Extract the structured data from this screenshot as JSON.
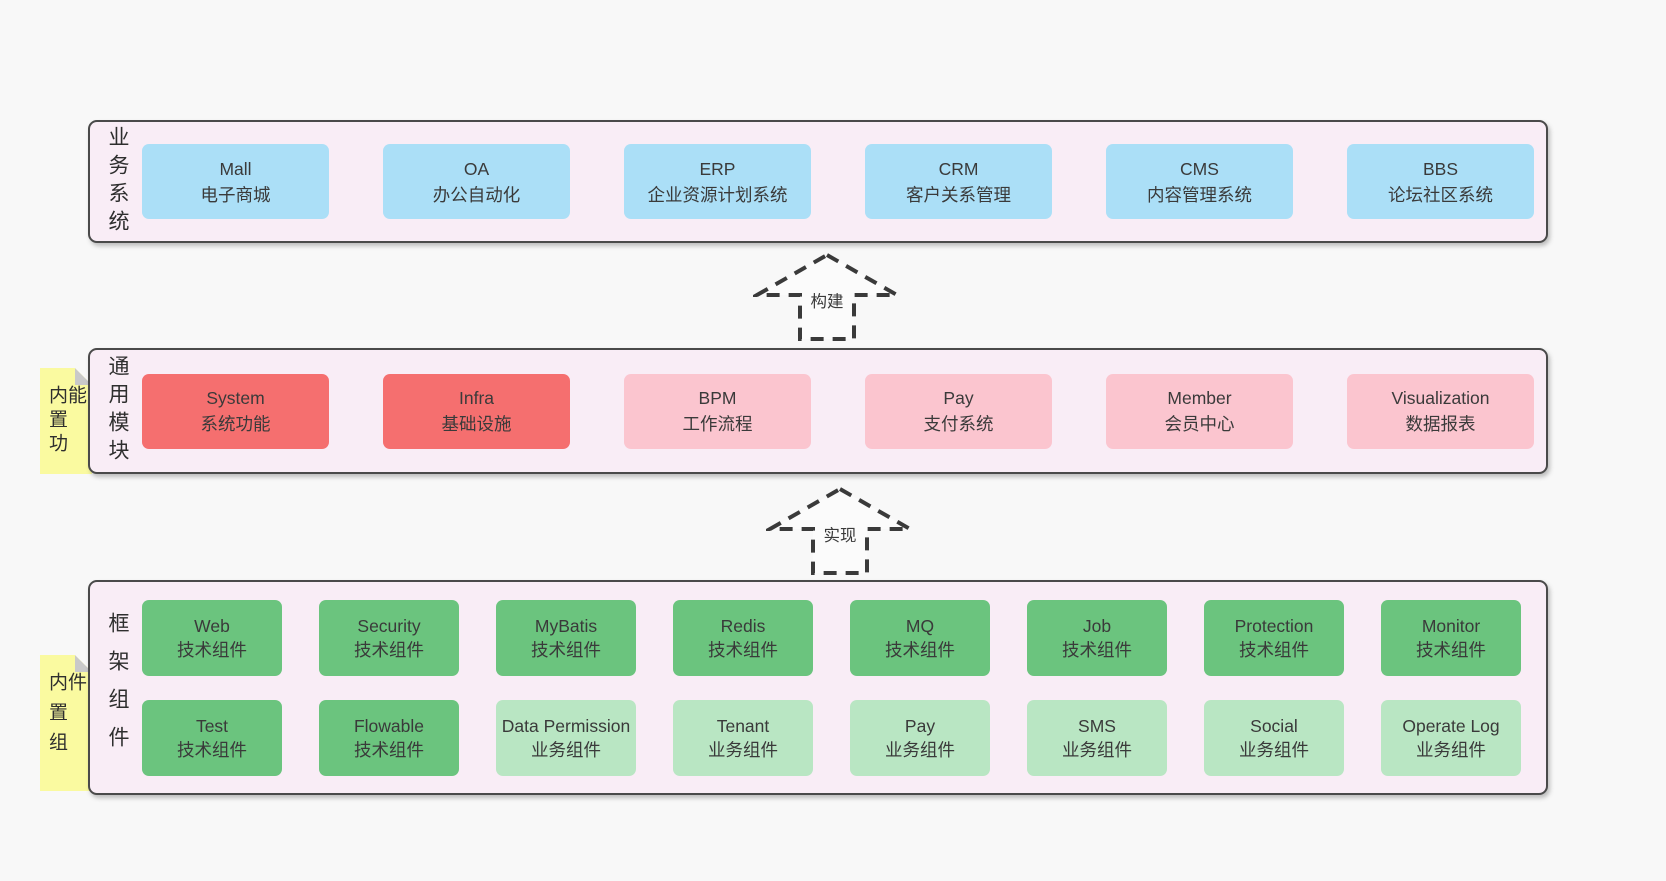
{
  "palette": {
    "page_bg": "#f8f8f8",
    "section_bg": "#f9edf6",
    "section_border": "#4a4a4a",
    "box_blue": "#abdff7",
    "box_red": "#f56f6f",
    "box_pink": "#fbc5cf",
    "box_green": "#6bc47e",
    "box_green_light": "#b9e6c3",
    "note_yellow": "#fafaa0",
    "note_fold_gray": "#c9c9c9",
    "text": "#3a3a3a"
  },
  "arrows": [
    {
      "label": "构建"
    },
    {
      "label": "实现"
    }
  ],
  "sections": [
    {
      "label": "业务系统",
      "boxes": [
        {
          "title": "Mall",
          "subtitle": "电子商城"
        },
        {
          "title": "OA",
          "subtitle": "办公自动化"
        },
        {
          "title": "ERP",
          "subtitle": "企业资源计划系统"
        },
        {
          "title": "CRM",
          "subtitle": "客户关系管理"
        },
        {
          "title": "CMS",
          "subtitle": "内容管理系统"
        },
        {
          "title": "BBS",
          "subtitle": "论坛社区系统"
        }
      ]
    },
    {
      "label": "通用模块",
      "note": "内置功能",
      "boxes": [
        {
          "title": "System",
          "subtitle": "系统功能"
        },
        {
          "title": "Infra",
          "subtitle": "基础设施"
        },
        {
          "title": "BPM",
          "subtitle": "工作流程"
        },
        {
          "title": "Pay",
          "subtitle": "支付系统"
        },
        {
          "title": "Member",
          "subtitle": "会员中心"
        },
        {
          "title": "Visualization",
          "subtitle": "数据报表"
        }
      ]
    },
    {
      "label": "框架组件",
      "note": "内置组件",
      "rows": [
        [
          {
            "title": "Web",
            "subtitle": "技术组件"
          },
          {
            "title": "Security",
            "subtitle": "技术组件"
          },
          {
            "title": "MyBatis",
            "subtitle": "技术组件"
          },
          {
            "title": "Redis",
            "subtitle": "技术组件"
          },
          {
            "title": "MQ",
            "subtitle": "技术组件"
          },
          {
            "title": "Job",
            "subtitle": "技术组件"
          },
          {
            "title": "Protection",
            "subtitle": "技术组件"
          },
          {
            "title": "Monitor",
            "subtitle": "技术组件"
          }
        ],
        [
          {
            "title": "Test",
            "subtitle": "技术组件"
          },
          {
            "title": "Flowable",
            "subtitle": "技术组件"
          },
          {
            "title": "Data Permission",
            "subtitle": "业务组件"
          },
          {
            "title": "Tenant",
            "subtitle": "业务组件"
          },
          {
            "title": "Pay",
            "subtitle": "业务组件"
          },
          {
            "title": "SMS",
            "subtitle": "业务组件"
          },
          {
            "title": "Social",
            "subtitle": "业务组件"
          },
          {
            "title": "Operate Log",
            "subtitle": "业务组件"
          }
        ]
      ]
    }
  ]
}
